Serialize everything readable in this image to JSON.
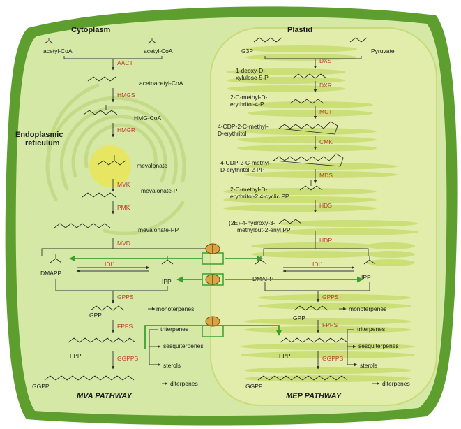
{
  "compartments": {
    "cytoplasm": "Cytoplasm",
    "plastid": "Plastid",
    "er_line1": "Endoplasmic",
    "er_line2": "reticulum"
  },
  "mva": {
    "acetyl_coa_1": "acetyl-CoA",
    "acetyl_coa_2": "acetyl-CoA",
    "acetoacetyl_coa": "acetoacetyl-CoA",
    "hmg_coa": "HMG-CoA",
    "mevalonate": "mevalonate",
    "mevalonate_p": "mevalonate-P",
    "mevalonate_pp": "mevalonate-PP",
    "dmapp": "DMAPP",
    "ipp": "IPP",
    "gpp": "GPP",
    "fpp": "FPP",
    "ggpp": "GGPP",
    "enzymes": {
      "aact": "AACT",
      "hmgs": "HMGS",
      "hmgr": "HMGR",
      "mvk": "MVK",
      "pmk": "PMK",
      "mvd": "MVD",
      "idi1": "IDI1",
      "gpps": "GPPS",
      "fpps": "FPPS",
      "ggpps": "GGPPS"
    },
    "products": {
      "monoterpenes": "monoterpenes",
      "triterpenes": "triterpenes",
      "sesquiterpenes": "sesquiterpenes",
      "sterols": "sterols",
      "diterpenes": "diterpenes"
    },
    "title": "MVA PATHWAY"
  },
  "mep": {
    "g3p": "G3P",
    "pyruvate": "Pyruvate",
    "dxp_1": "1-deoxy-D-",
    "dxp_2": "xylulose-5-P",
    "mep_1": "2-C-methyl-D-",
    "mep_2": "erythritol-4-P",
    "cdpme_1": "4-CDP-2-C-methyl-",
    "cdpme_2": "D-erythritol",
    "cdpmep_1": "4-CDP-2-C-methyl-",
    "cdpmep_2": "D-erythritol-2-PP",
    "mecpp_1": "2-C-methyl-D-",
    "mecpp_2": "erythritol-2,4-cyclic PP",
    "hmbpp_1": "(2E)-4-hydroxy-3-",
    "hmbpp_2": "methylbut-2-enyl PP",
    "dmapp": "DMAPP",
    "ipp": "IPP",
    "gpp": "GPP",
    "fpp": "FPP",
    "ggpp": "GGPP",
    "enzymes": {
      "dxs": "DXS",
      "dxr": "DXR",
      "mct": "MCT",
      "cmk": "CMK",
      "mds": "MDS",
      "hds": "HDS",
      "hdr": "HDR",
      "idi1": "IDI1",
      "gpps": "GPPS",
      "fpps": "FPPS",
      "ggpps": "GGPPS"
    },
    "products": {
      "monoterpenes": "monoterpenes",
      "triterpenes": "triterpenes",
      "sesquiterpenes": "sesquiterpenes",
      "sterols": "sterols",
      "diterpenes": "diterpenes"
    },
    "title": "MEP PATHWAY"
  },
  "colors": {
    "cell_wall": "#5e9e2e",
    "cytoplasm": "#d5e8a6",
    "plastid": "#e2ecab",
    "thylakoid": "#c7dc6c",
    "er": "#cfe39a",
    "enzyme_text": "#c0392b",
    "transport_arrow": "#3aa12e"
  }
}
